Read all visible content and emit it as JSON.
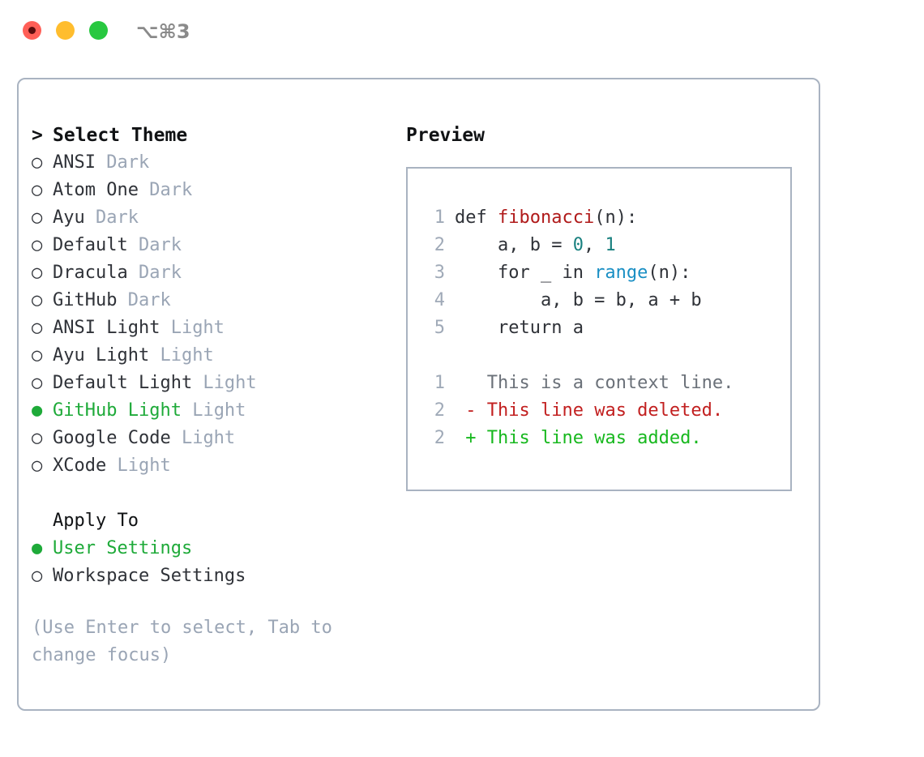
{
  "window": {
    "shortcut": "⌥⌘3",
    "traffic_lights": [
      {
        "name": "close",
        "color": "#ff5f57"
      },
      {
        "name": "minimize",
        "color": "#ffbd2e"
      },
      {
        "name": "maximize",
        "color": "#28c840"
      }
    ]
  },
  "theme_picker": {
    "title": "Select Theme",
    "title_marker": ">",
    "bullet_unselected": "○",
    "bullet_selected": "●",
    "items": [
      {
        "name": "ANSI",
        "tag": "Dark",
        "selected": false
      },
      {
        "name": "Atom One",
        "tag": "Dark",
        "selected": false
      },
      {
        "name": "Ayu",
        "tag": "Dark",
        "selected": false
      },
      {
        "name": "Default",
        "tag": "Dark",
        "selected": false
      },
      {
        "name": "Dracula",
        "tag": "Dark",
        "selected": false
      },
      {
        "name": "GitHub",
        "tag": "Dark",
        "selected": false
      },
      {
        "name": "ANSI Light",
        "tag": "Light",
        "selected": false
      },
      {
        "name": "Ayu Light",
        "tag": "Light",
        "selected": false
      },
      {
        "name": "Default Light",
        "tag": "Light",
        "selected": false
      },
      {
        "name": "GitHub Light",
        "tag": "Light",
        "selected": true
      },
      {
        "name": "Google Code",
        "tag": "Light",
        "selected": false
      },
      {
        "name": "XCode",
        "tag": "Light",
        "selected": false
      }
    ]
  },
  "apply_to": {
    "header": "Apply To",
    "options": [
      {
        "name": "User Settings",
        "selected": true
      },
      {
        "name": "Workspace Settings",
        "selected": false
      }
    ]
  },
  "hint": "(Use Enter to select, Tab to change focus)",
  "preview": {
    "title": "Preview",
    "code_lines": [
      {
        "no": "1",
        "segments": [
          {
            "text": "def ",
            "kind": "plain"
          },
          {
            "text": "fibonacci",
            "kind": "function"
          },
          {
            "text": "(n):",
            "kind": "plain"
          }
        ]
      },
      {
        "no": "2",
        "segments": [
          {
            "text": "    a, b = ",
            "kind": "plain"
          },
          {
            "text": "0",
            "kind": "number"
          },
          {
            "text": ", ",
            "kind": "plain"
          },
          {
            "text": "1",
            "kind": "number"
          }
        ]
      },
      {
        "no": "3",
        "segments": [
          {
            "text": "    for _ in ",
            "kind": "plain"
          },
          {
            "text": "range",
            "kind": "builtin"
          },
          {
            "text": "(n):",
            "kind": "plain"
          }
        ]
      },
      {
        "no": "4",
        "segments": [
          {
            "text": "        a, b = b, a + b",
            "kind": "plain"
          }
        ]
      },
      {
        "no": "5",
        "segments": [
          {
            "text": "    return a",
            "kind": "plain"
          }
        ]
      }
    ],
    "diff_lines": [
      {
        "no": "1",
        "marker": " ",
        "text": "This is a context line.",
        "kind": "context"
      },
      {
        "no": "2",
        "marker": "-",
        "text": "This line was deleted.",
        "kind": "deleted"
      },
      {
        "no": "2",
        "marker": "+",
        "text": "This line was added.",
        "kind": "added"
      }
    ]
  },
  "colors": {
    "accent_green": "#1eaa39",
    "tag_gray": "#9aa5b5",
    "border": "#a9b3c1",
    "text": "#2f3238",
    "diff_added": "#17b81e",
    "diff_deleted": "#c22020",
    "syntax_function": "#b01a1a",
    "syntax_number": "#19807f",
    "syntax_builtin": "#1a8fc4"
  }
}
